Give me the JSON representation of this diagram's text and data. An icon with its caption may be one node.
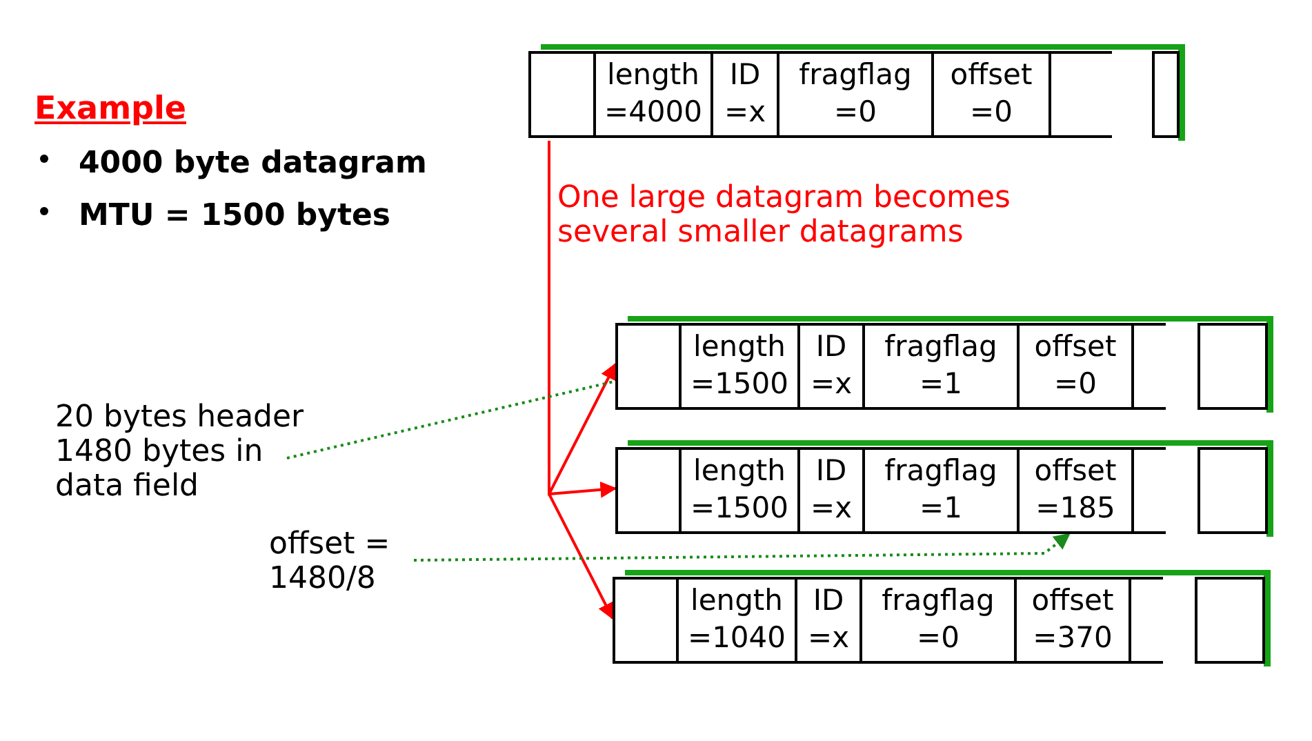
{
  "diagram": {
    "nodes": [
      {
        "text": [],
        "shape": "box"
      },
      {
        "text": [],
        "shape": "box",
        "in": 0
      },
      {
        "text": [
          "length =4000"
        ],
        "in": 0
      },
      {
        "text": [
          "ID =x"
        ],
        "in": 0
      },
      {
        "text": [
          "fragflag =0"
        ],
        "in": 0
      },
      {
        "text": [
          "offset =0"
        ],
        "in": 0
      },
      {
        "text": [],
        "shape": "box",
        "in": 0
      },
      {
        "text": [],
        "shape": "box",
        "in": 0
      },
      {
        "text": [],
        "shape": "box"
      },
      {
        "text": [],
        "shape": "box",
        "in": 8
      },
      {
        "text": [
          "length =1500"
        ],
        "in": 8
      },
      {
        "text": [
          "ID =x"
        ],
        "in": 8
      },
      {
        "text": [
          "fragflag =1"
        ],
        "in": 8
      },
      {
        "text": [
          "offset =0"
        ],
        "in": 8
      },
      {
        "text": [],
        "shape": "box",
        "in": 8
      },
      {
        "text": [],
        "shape": "box",
        "in": 8
      },
      {
        "text": [],
        "shape": "box"
      },
      {
        "text": [],
        "shape": "box",
        "in": 16
      },
      {
        "text": [
          "length =1500"
        ],
        "in": 16
      },
      {
        "text": [
          "ID =x"
        ],
        "in": 16
      },
      {
        "text": [
          "fragflag =1"
        ],
        "in": 16
      },
      {
        "text": [
          "offset =185"
        ],
        "in": 16
      },
      {
        "text": [],
        "shape": "box",
        "in": 16
      },
      {
        "text": [],
        "shape": "box",
        "in": 16
      },
      {
        "text": [],
        "shape": "box"
      },
      {
        "text": [],
        "shape": "box",
        "in": 24
      },
      {
        "text": [
          "length =1040"
        ],
        "in": 24
      },
      {
        "text": [
          "ID =x"
        ],
        "in": 24
      },
      {
        "text": [
          "fragflag =0"
        ],
        "in": 24
      },
      {
        "text": [
          "offset =370"
        ],
        "in": 24
      },
      {
        "text": [],
        "shape": "box",
        "in": 24
      },
      {
        "text": [],
        "shape": "box",
        "in": 24
      },
      {
        "text": [
          "20 bytes header 1480 bytes in data field"
        ]
      },
      {
        "text": [
          "offset = 1480/8"
        ]
      }
    ],
    "edges": [
      {
        "from": 0,
        "to": 8,
        "arrow": "to",
        "color": "#ff0000"
      },
      {
        "from": 0,
        "to": 16,
        "arrow": "to",
        "color": "#ff0000"
      },
      {
        "from": 0,
        "to": 24,
        "arrow": "to",
        "color": "#ff0000"
      },
      {
        "from": 32,
        "to": 10,
        "arrow": "to",
        "style": "dashed",
        "color": "#1a8a1a"
      },
      {
        "from": 33,
        "to": 21,
        "arrow": "to",
        "style": "dashed",
        "color": "#1a8a1a"
      }
    ],
    "labels": [
      "Example",
      "4000 byte datagram",
      "MTU = 1500 bytes",
      "One large datagram becomes several smaller datagrams"
    ]
  }
}
